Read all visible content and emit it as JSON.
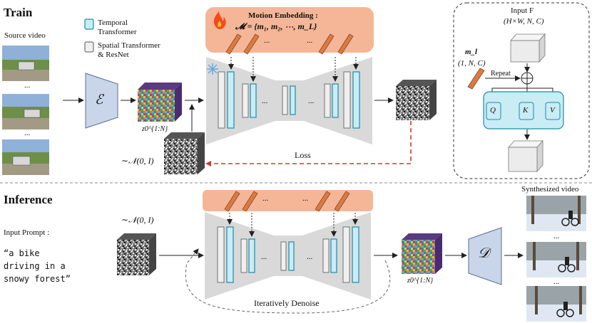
{
  "sections": {
    "train": "Train",
    "inference": "Inference"
  },
  "train": {
    "source_video_label": "Source video",
    "ellipsis": "...",
    "encoder_symbol": "ℰ",
    "latent_label": "z0^{1:N}",
    "noise_label": "∼𝒩(0, I)",
    "loss_label": "Loss",
    "motion_embedding_title": "Motion Embedding :",
    "motion_embedding_formula": "𝓜 = {m₁, m₂, ⋯, m_L}",
    "fire_icon": "fire-icon",
    "snowflake_icon": "snowflake-icon"
  },
  "legend": {
    "temporal": "Temporal Transformer",
    "temporal_line1": "Temporal",
    "temporal_line2": "Transformer",
    "spatial_line1": "Spatial Transformer",
    "spatial_line2": "& ResNet",
    "temporal_color": "#c9ecf5",
    "spatial_color": "#efefef"
  },
  "attention": {
    "input_title": "Input F",
    "input_shape": "(H×W, N, C)",
    "m_label": "m_l",
    "m_shape": "(1, N, C)",
    "repeat_label": "Repeat",
    "q": "Q",
    "k": "K",
    "v": "V"
  },
  "inference": {
    "noise_label": "∼𝒩(0, I)",
    "prompt_title": "Input Prompt :",
    "prompt_line1": "“a bike",
    "prompt_line2": "driving in a",
    "prompt_line3": "snowy forest”",
    "denoise_label": "Iteratively Denoise",
    "decoder_symbol": "𝒟",
    "latent_label": "z0^{1:N}",
    "synth_label": "Synthesized video",
    "ellipsis": "..."
  },
  "colors": {
    "unet": "#d9d9d9",
    "motion_bg": "#f5b698",
    "token": "#d97b45",
    "coder": "#c9d6ea",
    "attention_panel": "#c9ecf5",
    "loss_arrow": "#e03030"
  }
}
